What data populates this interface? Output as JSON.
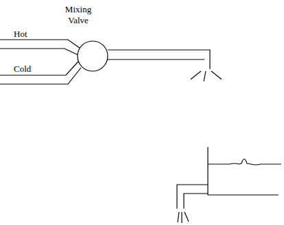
{
  "diagram": {
    "nodes": [
      {
        "text": [
          "Mixing Valve"
        ]
      }
    ],
    "labels": [
      "Hot",
      "Cold"
    ]
  }
}
